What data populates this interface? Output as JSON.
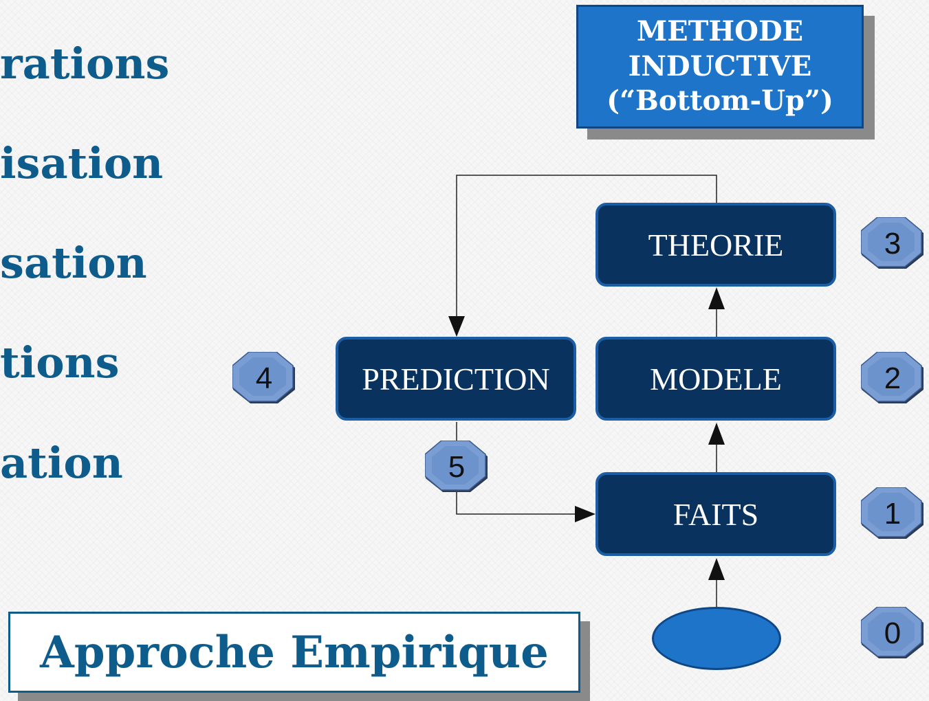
{
  "slide_items": [
    "rations",
    "isation",
    "sation",
    "tions",
    "ation"
  ],
  "method_box": {
    "lines": [
      "METHODE",
      "INDUCTIVE",
      "(“Bottom-Up”)"
    ]
  },
  "nodes": {
    "theorie": "THEORIE",
    "modele": "MODELE",
    "faits": "FAITS",
    "prediction": "PREDICTION"
  },
  "badges": {
    "zero": "0",
    "one": "1",
    "two": "2",
    "three": "3",
    "four": "4",
    "five": "5"
  },
  "footer_box": {
    "label": "Approche Empirique"
  },
  "colors": {
    "title_text": "#0e5c8c",
    "method_box_fill": "#1e74c8",
    "node_fill": "#09335e",
    "node_border": "#1b5ea6",
    "badge_fill": "#7a9ed3",
    "shadow": "#8a8a8a"
  }
}
